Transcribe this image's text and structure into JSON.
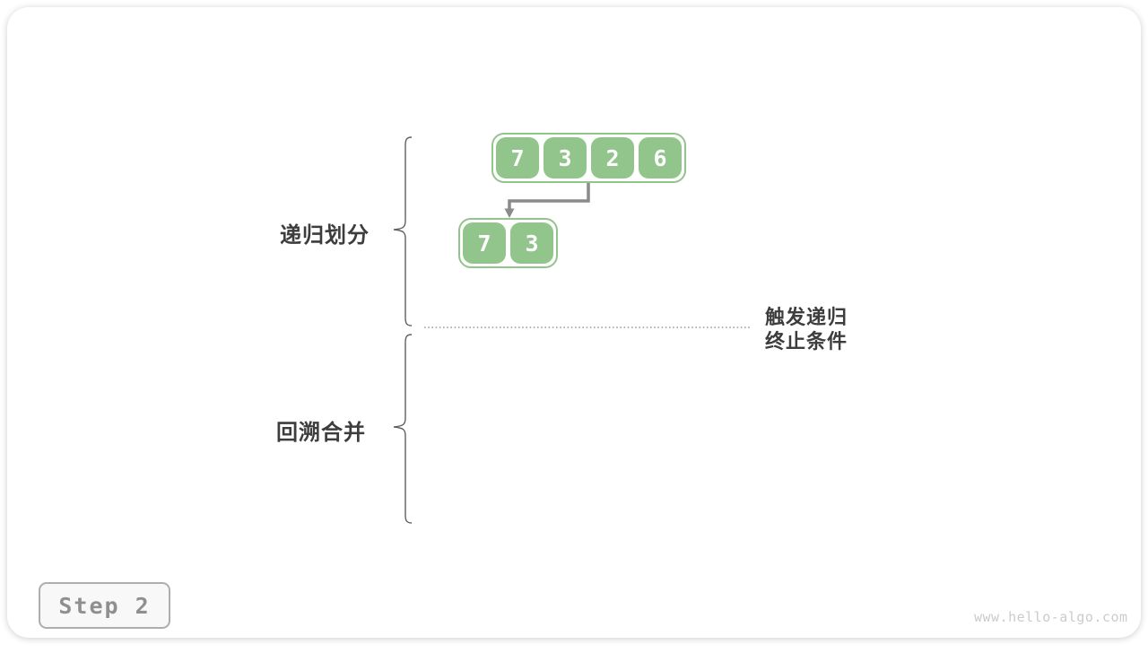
{
  "diagram": {
    "arrays": {
      "level1": [
        "7",
        "3",
        "2",
        "6"
      ],
      "level2": [
        "7",
        "3"
      ]
    },
    "labels": {
      "divide": "递归划分",
      "merge": "回溯合并",
      "terminate_line1": "触发递归",
      "terminate_line2": "终止条件"
    }
  },
  "colors": {
    "cell_green": "#92C58C",
    "arrow_gray": "#8A8A8A",
    "brace_gray": "#5F5F5F",
    "dotted_gray": "#9A9A9A",
    "text_dark": "#3D3D3D"
  },
  "footer": {
    "step_label": "Step 2",
    "watermark": "www.hello-algo.com"
  }
}
